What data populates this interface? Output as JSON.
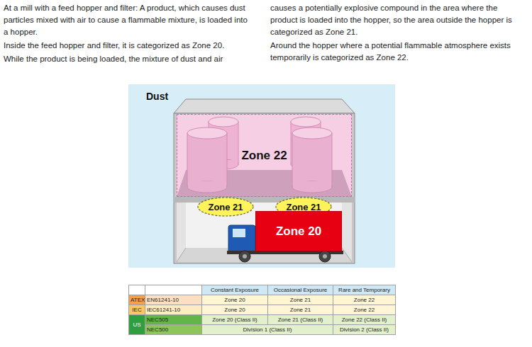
{
  "diagram": {
    "nodes": [
      {
        "text": [
          "Zone 22"
        ]
      },
      {
        "text": [
          "Zone 21"
        ]
      },
      {
        "text": [
          "Zone 21"
        ]
      },
      {
        "text": [
          "Zone 20"
        ]
      }
    ],
    "labels": [
      "At a mill with a feed hopper and filter: A product, which causes dust particles mixed with air to cause a flammable mixture, is loaded into a hopper.",
      "Inside the feed hopper and filter, it is categorized as Zone 20.",
      "While the product is being loaded, the mixture of dust and air",
      "causes a potentially explosive compound in the area where the product is loaded into the hopper, so the area outside the hopper is categorized as Zone 21.",
      "Around the hopper where a potential flammable atmosphere exists temporarily is categorized as Zone 22.",
      "Dust",
      "Constant Exposure",
      "Occasional Exposure",
      "Rare and Temporary",
      "ATEX",
      "EN61241-10",
      "Zone 20",
      "Zone 21",
      "Zone 22",
      "IEC",
      "IEC61241-10",
      "Zone 20",
      "Zone 21",
      "Zone 22",
      "US",
      "NEC505",
      "Zone 20 (Class II)",
      "Zone 21 (Class II)",
      "Zone 22 (Class II)",
      "NEC500",
      "Division 1 (Class II)",
      "Division 2 (Class II)"
    ]
  }
}
